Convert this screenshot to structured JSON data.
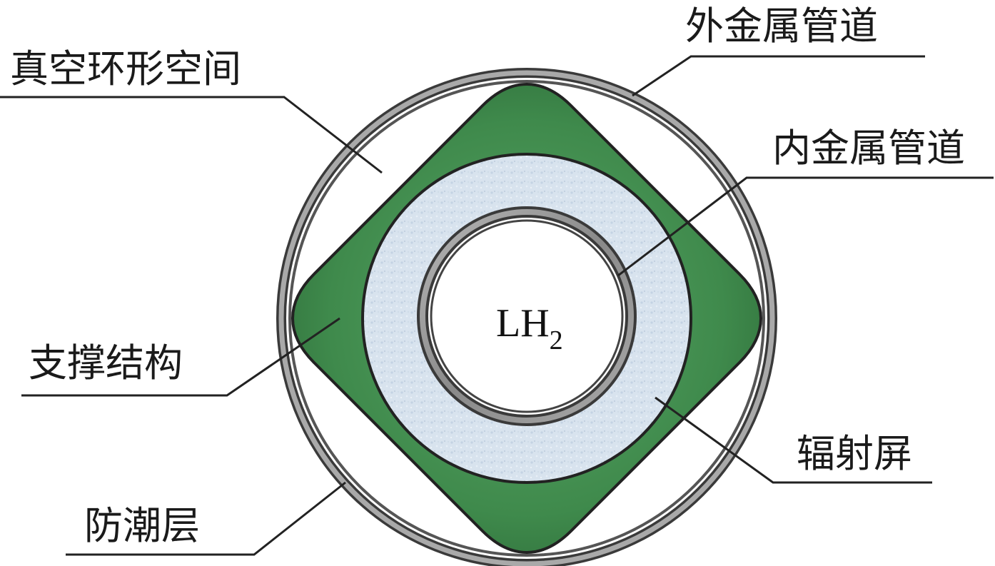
{
  "diagram": {
    "labels": {
      "outer_pipe": "外金属管道",
      "vacuum_annulus": "真空环形空间",
      "inner_pipe": "内金属管道",
      "support_structure": "支撑结构",
      "radiation_shield": "辐射屏",
      "moisture_barrier": "防潮层"
    },
    "center": {
      "text": "LH",
      "subscript": "2"
    },
    "colors": {
      "support_green": "#3f8a4c",
      "support_green_dark": "#2f6e3a",
      "shield_blue": "#d6e2ee",
      "pipe_gray": "#8c8c8c",
      "pipe_dark": "#3a3a3a"
    }
  }
}
